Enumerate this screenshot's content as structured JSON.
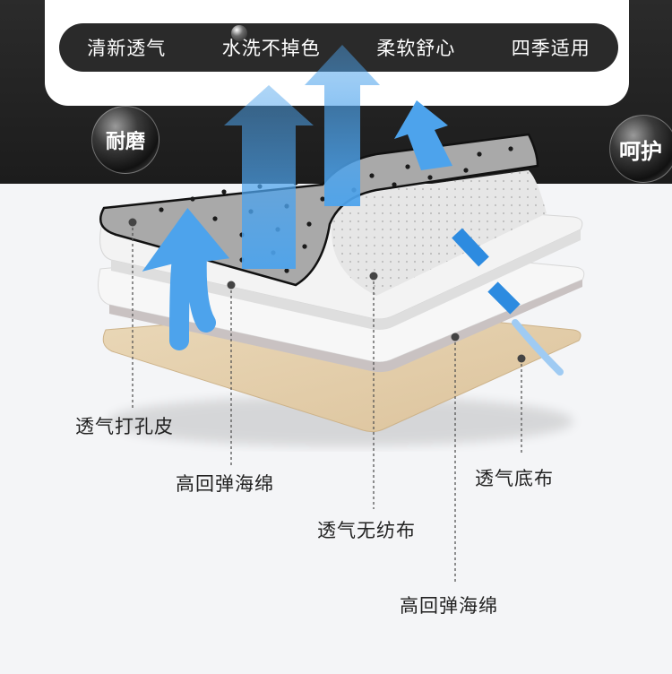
{
  "features": [
    "清新透气",
    "水洗不掉色",
    "柔软舒心",
    "四季适用"
  ],
  "badges": {
    "left": "耐磨",
    "right": "呵护"
  },
  "layers": {
    "leather": "透气打孔皮",
    "foam_top": "高回弹海绵",
    "nonwoven": "透气无纺布",
    "base_cloth": "透气底布",
    "foam_bottom": "高回弹海绵"
  },
  "colors": {
    "arrow_blue": "#4da3ec",
    "leather_gray": "#a8a8a8",
    "base_tan": "#e6d2b0",
    "band_dark": "#222222"
  }
}
